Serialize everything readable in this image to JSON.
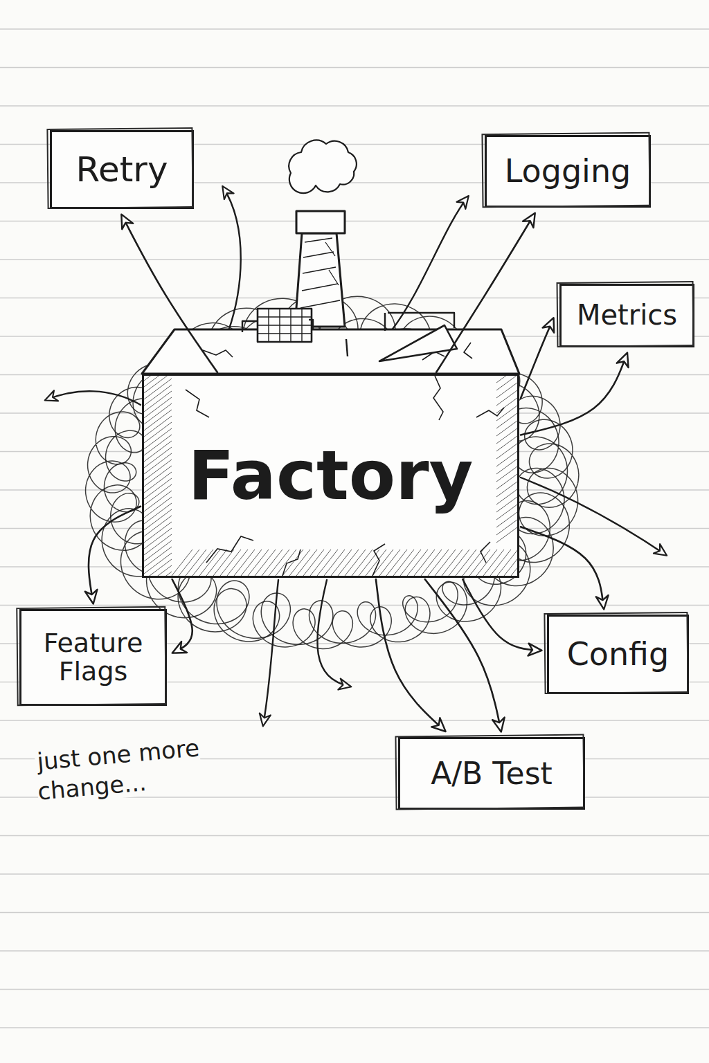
{
  "diagram": {
    "nodes": [
      {
        "text": [
          "Retry"
        ]
      },
      {
        "text": [
          "Logging"
        ]
      },
      {
        "text": [
          "Metrics"
        ]
      },
      {
        "text": [
          "Factory"
        ]
      },
      {
        "text": [
          "Feature Flags"
        ]
      },
      {
        "text": [
          "Config"
        ]
      },
      {
        "text": [
          "A/B Test"
        ]
      }
    ],
    "edges": [
      {
        "from": 3,
        "to": 0,
        "arrow": "to"
      },
      {
        "from": 3,
        "to": 1,
        "arrow": "to"
      },
      {
        "from": 3,
        "to": 2,
        "arrow": "to"
      },
      {
        "from": 3,
        "to": 2,
        "arrow": "to"
      },
      {
        "from": 3,
        "to": 4,
        "arrow": "to"
      },
      {
        "from": 3,
        "to": 4,
        "arrow": "to"
      },
      {
        "from": 3,
        "to": 5,
        "arrow": "to"
      },
      {
        "from": 3,
        "to": 5,
        "arrow": "to"
      },
      {
        "from": 3,
        "to": 6,
        "arrow": "to"
      },
      {
        "from": 3,
        "to": 6,
        "arrow": "to"
      }
    ],
    "labels": [
      "just one more change..."
    ]
  }
}
